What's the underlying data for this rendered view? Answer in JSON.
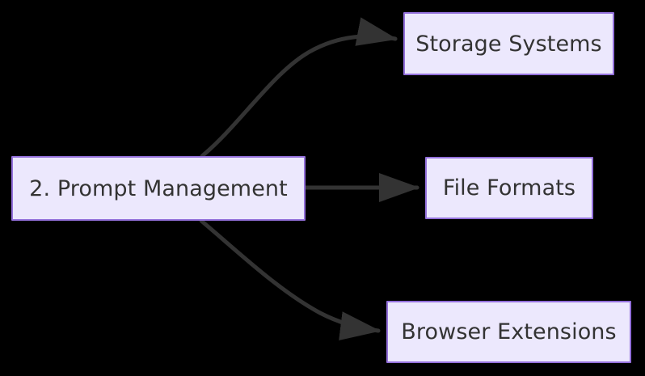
{
  "diagram": {
    "type": "flowchart",
    "direction": "left-to-right",
    "background_color": "#000000",
    "node_fill_color": "#ECE8FD",
    "node_border_color": "#9370DB",
    "node_text_color": "#333333",
    "edge_color": "#333333",
    "nodes": [
      {
        "id": "prompt-management",
        "label": "2. Prompt Management",
        "role": "root"
      },
      {
        "id": "storage-systems",
        "label": "Storage Systems",
        "role": "child"
      },
      {
        "id": "file-formats",
        "label": "File Formats",
        "role": "child"
      },
      {
        "id": "browser-extensions",
        "label": "Browser Extensions",
        "role": "child"
      }
    ],
    "edges": [
      {
        "id": "edge-prompt-to-storage",
        "from": "prompt-management",
        "to": "storage-systems",
        "style": "curved",
        "arrow": "filled-triangle",
        "label": ""
      },
      {
        "id": "edge-prompt-to-file-formats",
        "from": "prompt-management",
        "to": "file-formats",
        "style": "straight",
        "arrow": "filled-triangle",
        "label": ""
      },
      {
        "id": "edge-prompt-to-browser",
        "from": "prompt-management",
        "to": "browser-extensions",
        "style": "curved",
        "arrow": "filled-triangle",
        "label": ""
      }
    ]
  }
}
